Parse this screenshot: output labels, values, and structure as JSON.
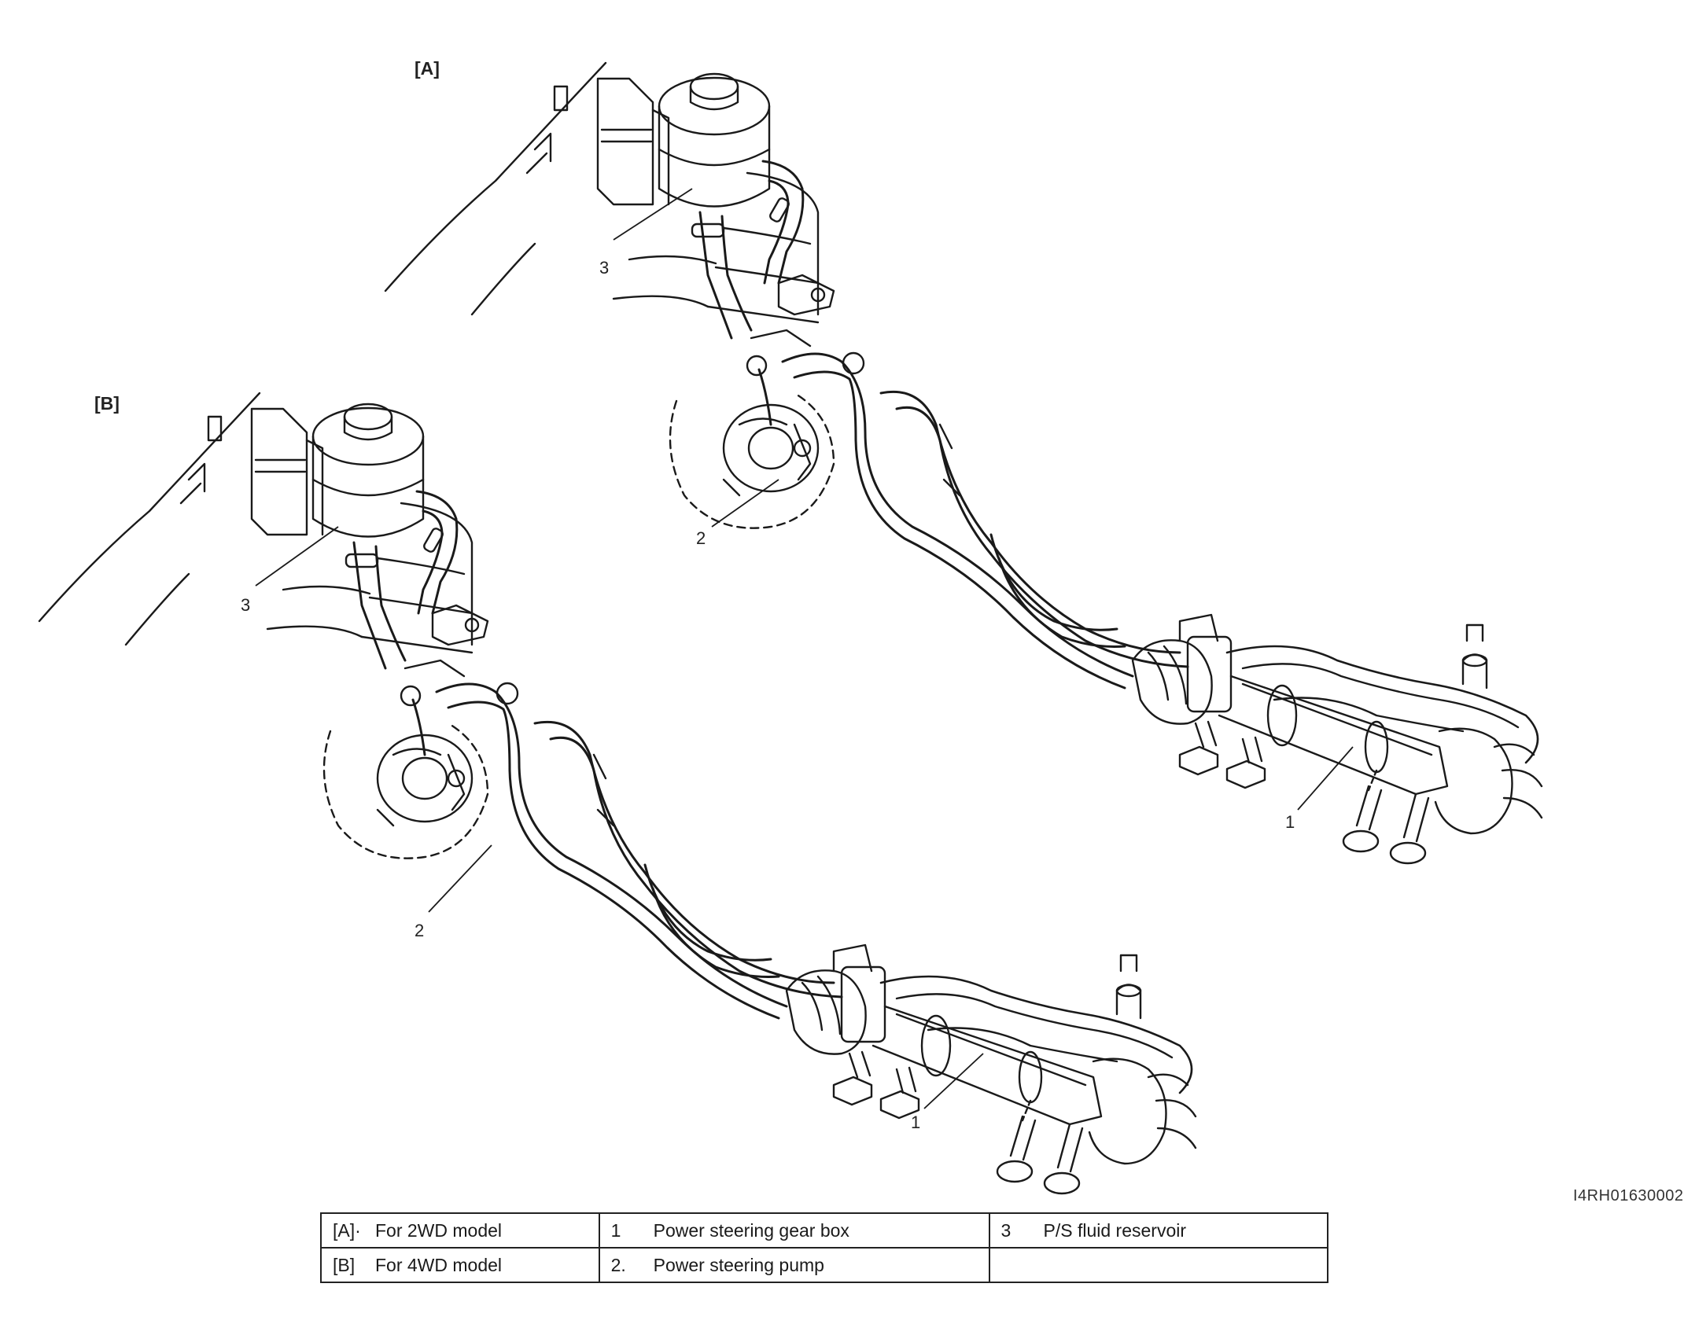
{
  "views": [
    {
      "id": "A",
      "label": "[A]"
    },
    {
      "id": "B",
      "label": "[B]"
    }
  ],
  "callouts": {
    "A": {
      "c3": "3",
      "c2": "2",
      "c1": "1"
    },
    "B": {
      "c3": "3",
      "c2": "2",
      "c1": "1"
    }
  },
  "figure_code": "I4RH01630002",
  "legend": {
    "rows": [
      [
        {
          "key": "[A]·",
          "text": "For 2WD model"
        },
        {
          "key": "1",
          "text": "Power steering gear box"
        },
        {
          "key": "3",
          "text": "P/S fluid reservoir"
        }
      ],
      [
        {
          "key": "[B]",
          "text": "For 4WD model"
        },
        {
          "key": "2.",
          "text": "Power steering pump"
        },
        {
          "key": "",
          "text": ""
        }
      ]
    ]
  }
}
